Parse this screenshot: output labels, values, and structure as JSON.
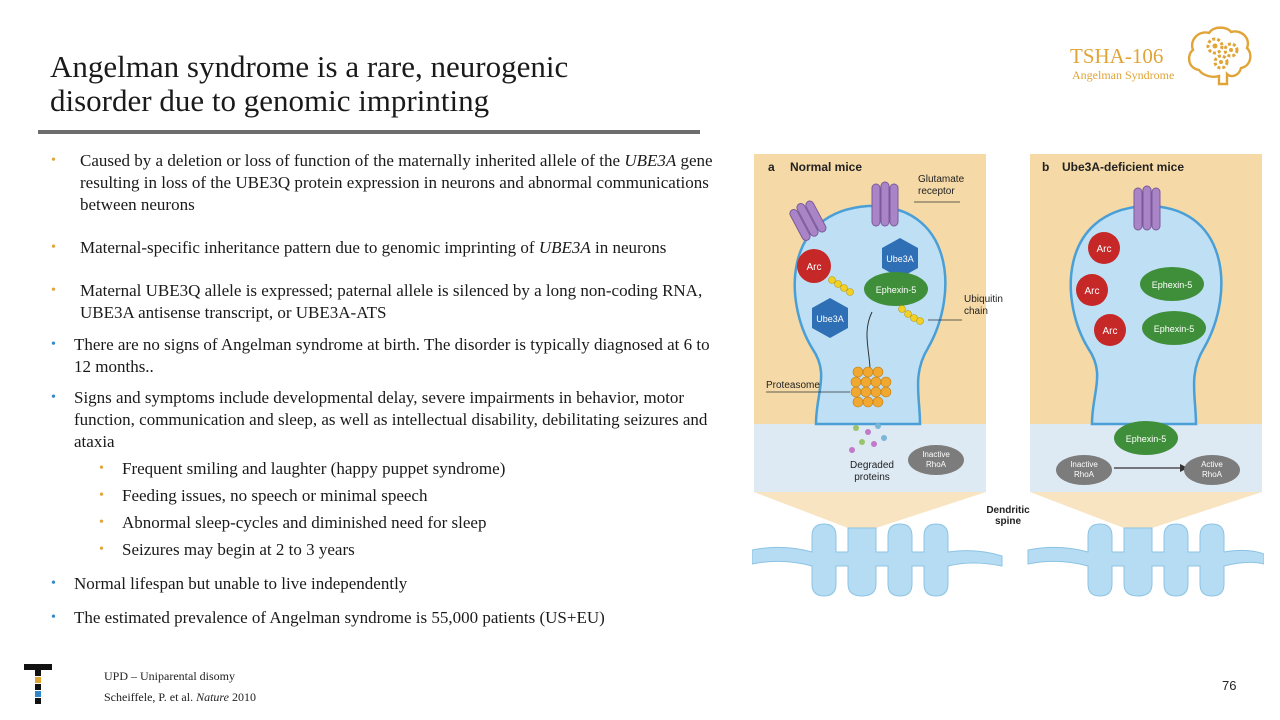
{
  "slide": {
    "title_line1": "Angelman syndrome is a rare, neurogenic",
    "title_line2": "disorder due to genomic imprinting",
    "page_number": "76"
  },
  "brand": {
    "name": "TSHA-106",
    "subtitle": "Angelman Syndrome"
  },
  "bullets": {
    "b1_pre": "Caused by a deletion or loss of function of the maternally inherited allele of the ",
    "b1_gene": "UBE3A",
    "b1_post": " gene resulting in loss of the UBE3Q protein expression in neurons and abnormal communications between neurons",
    "b2_pre": "Maternal-specific inheritance pattern due to genomic imprinting of ",
    "b2_gene": "UBE3A",
    "b2_post": " in neurons",
    "b3": "Maternal UBE3Q allele is expressed; paternal allele is silenced by a long non-coding RNA, UBE3A antisense transcript, or UBE3A-ATS",
    "b4": "There are no signs of Angelman syndrome at birth. The disorder is typically diagnosed at 6 to 12 months..",
    "b5": "Signs and symptoms include developmental delay, severe impairments in behavior, motor function, communication and sleep, as well as intellectual disability, debilitating seizures and ataxia",
    "s1": "Frequent smiling and laughter (happy puppet syndrome)",
    "s2": "Feeding issues, no speech or minimal speech",
    "s3": "Abnormal sleep-cycles and diminished need for sleep",
    "s4": "Seizures may begin at 2 to 3 years",
    "b6": "Normal lifespan but unable to live independently",
    "b7": "The estimated prevalence of Angelman syndrome is 55,000 patients (US+EU)"
  },
  "footer": {
    "note1": "UPD – Uniparental disomy",
    "ref_pre": "Scheiffele, P. et al. ",
    "ref_journal": "Nature",
    "ref_post": " 2010"
  },
  "figure": {
    "panel_a_letter": "a",
    "panel_a_title": "Normal mice",
    "panel_b_letter": "b",
    "panel_b_title": "Ube3A-deficient mice",
    "glutamate_1": "Glutamate",
    "glutamate_2": "receptor",
    "ubiquitin_1": "Ubiquitin",
    "ubiquitin_2": "chain",
    "proteasome": "Proteasome",
    "degraded_1": "Degraded",
    "degraded_2": "proteins",
    "inactive_1": "Inactive",
    "rhoa": "RhoA",
    "active_1": "Active",
    "arc": "Arc",
    "ube3a": "Ube3A",
    "ephexin": "Ephexin-5",
    "dendritic_1": "Dendritic",
    "dendritic_2": "spine"
  },
  "colors": {
    "accent_gold": "#e0a437",
    "bullet_blue": "#2f89c8",
    "panel_tan": "#f5d9a6",
    "cell_blue": "#bfe0f4"
  }
}
